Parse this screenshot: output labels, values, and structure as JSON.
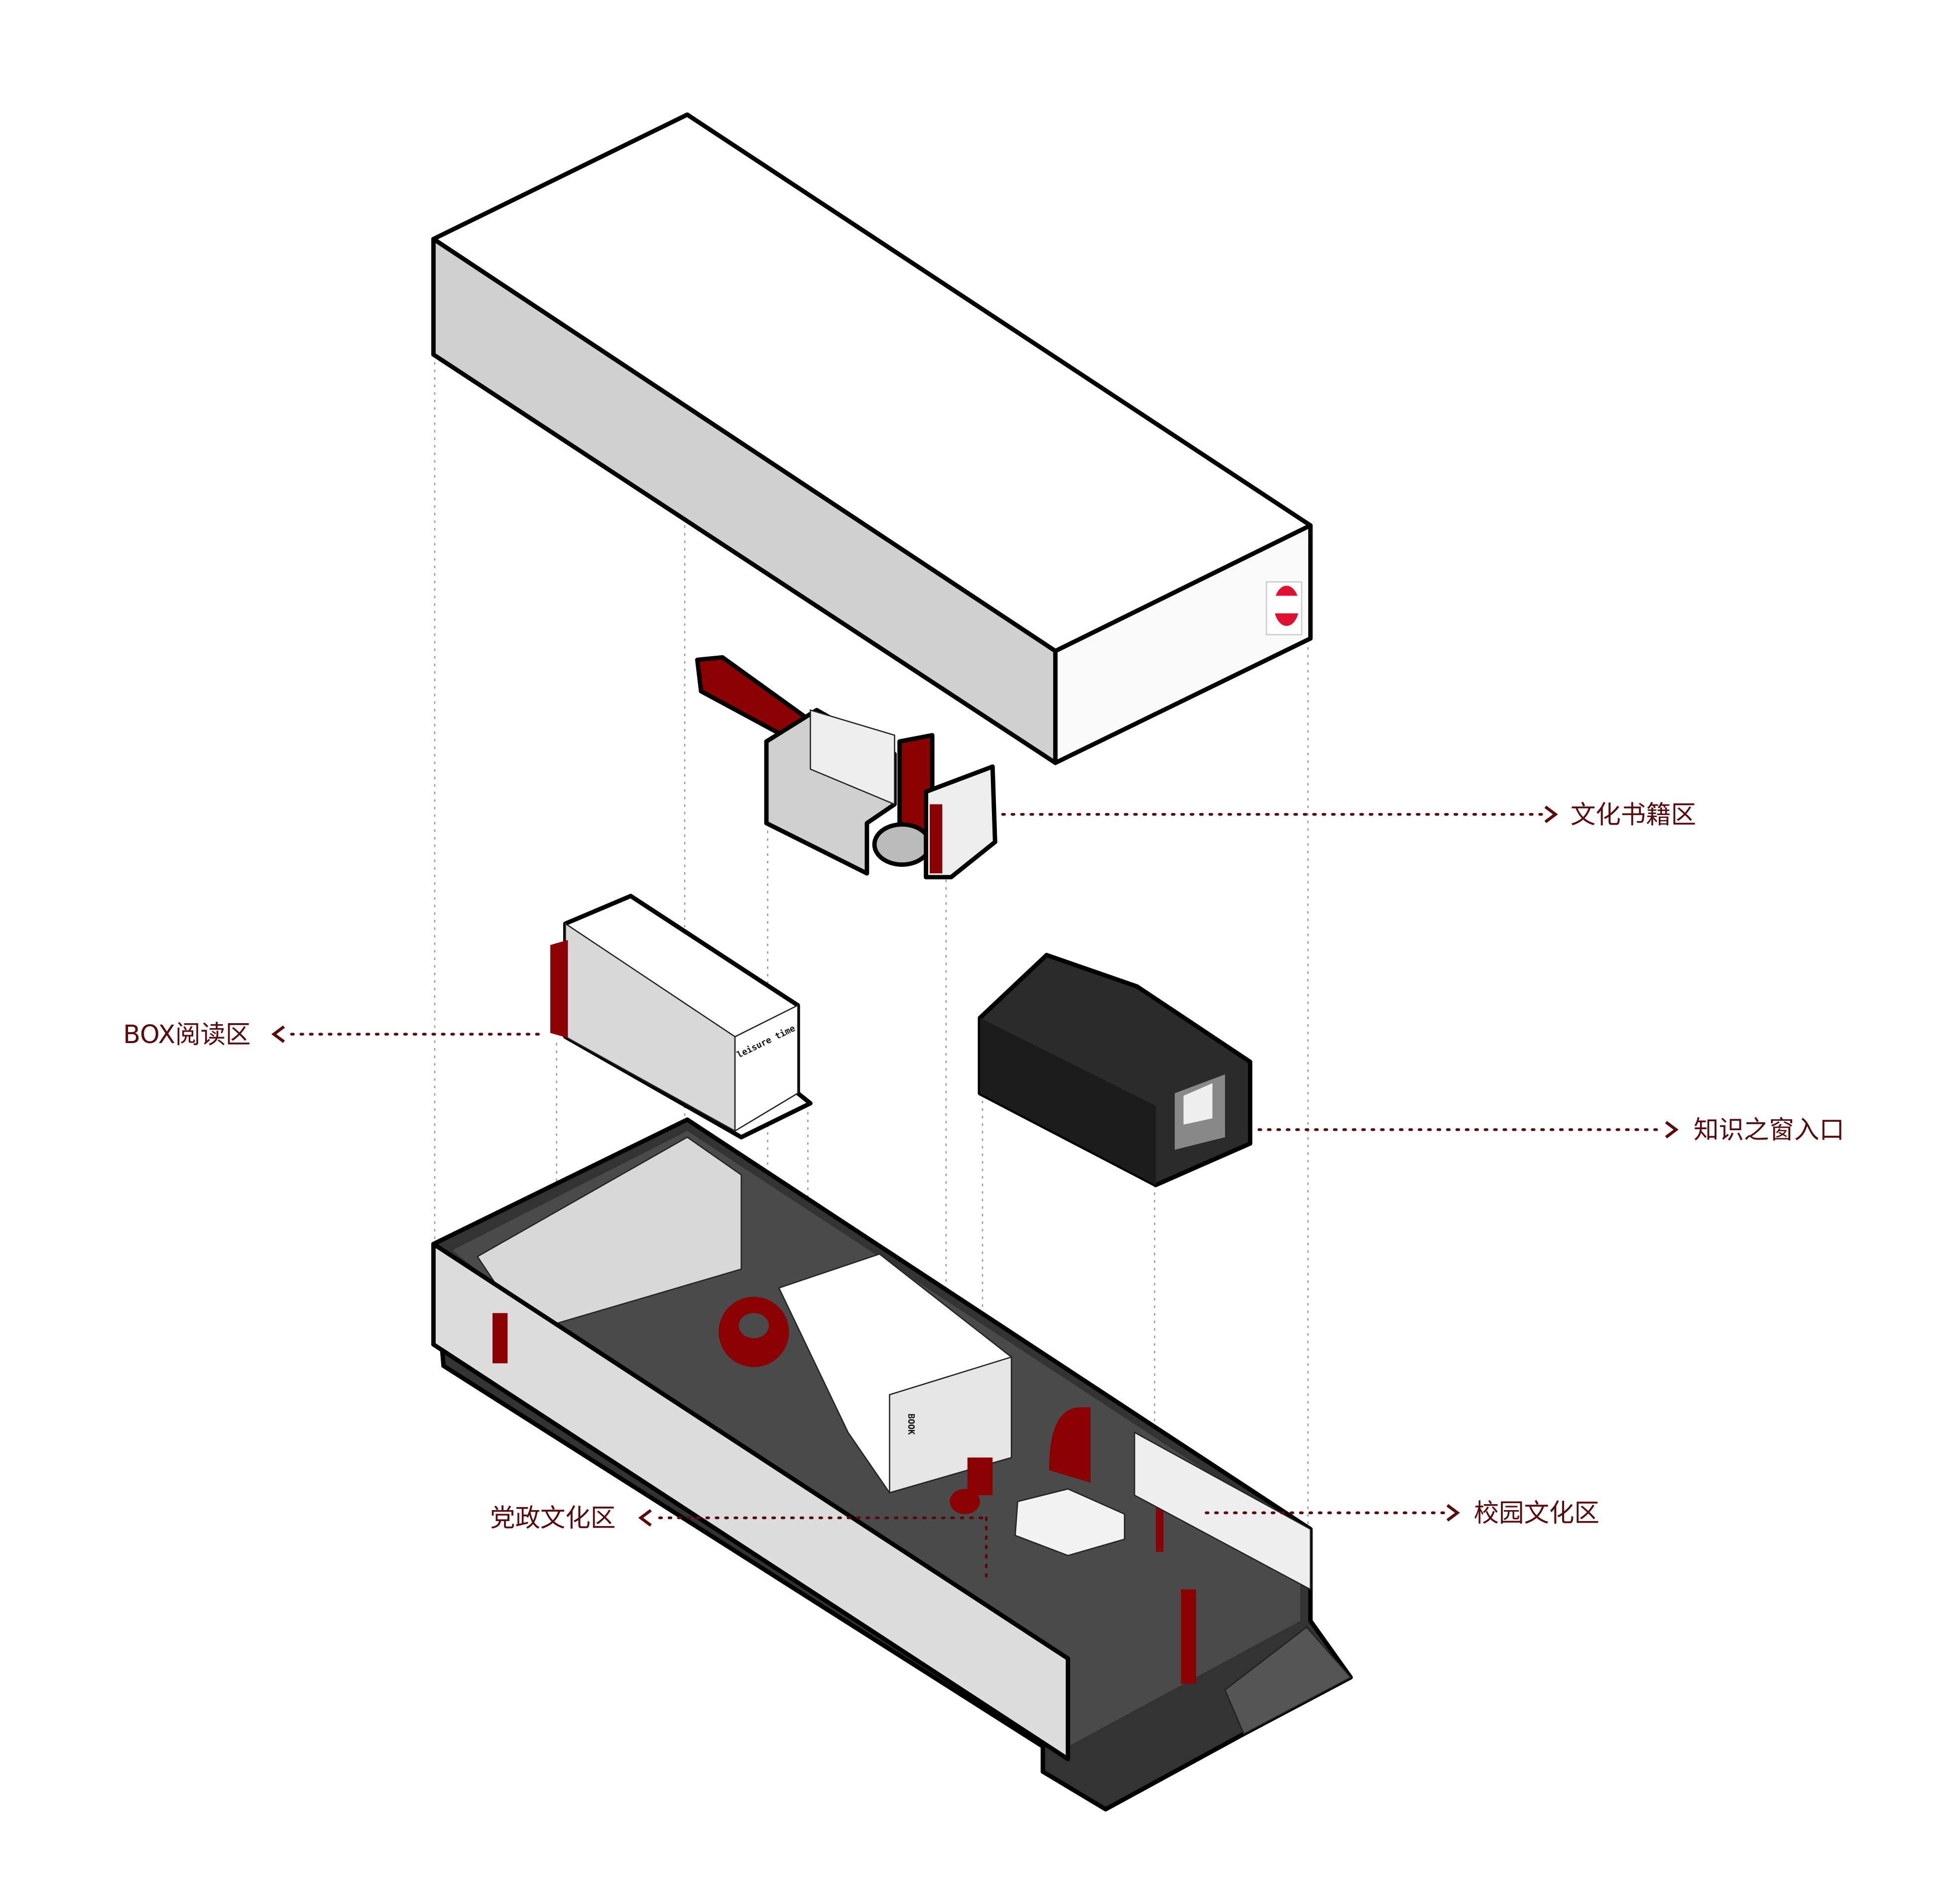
{
  "diagram": {
    "type": "exploded-axonometric",
    "labels": {
      "culture_books": "文化书籍区",
      "box_reading": "BOX阅读区",
      "knowledge_window": "知识之窗入口",
      "party_culture": "党政文化区",
      "campus_culture": "校园文化区"
    },
    "signage": {
      "box_sign": "leisure time",
      "wall_sign": "BOOK"
    },
    "colors": {
      "accent_red": "#8b0000",
      "label": "#5a0a0a",
      "dark_volume": "#2b2b2b",
      "floor": "#4a4a4a"
    }
  }
}
